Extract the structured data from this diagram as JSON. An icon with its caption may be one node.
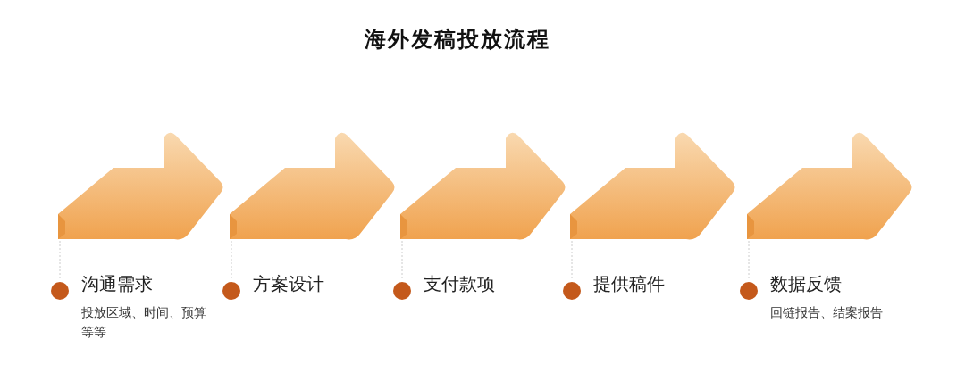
{
  "diagram": {
    "title": "海外发稿投放流程",
    "nodes": [
      {
        "text": [
          "沟通需求",
          "投放区域、时间、预算等等"
        ]
      },
      {
        "text": [
          "方案设计"
        ]
      },
      {
        "text": [
          "支付款项"
        ]
      },
      {
        "text": [
          "提供稿件"
        ]
      },
      {
        "text": [
          "数据反馈",
          "回链报告、结案报告"
        ]
      }
    ]
  }
}
